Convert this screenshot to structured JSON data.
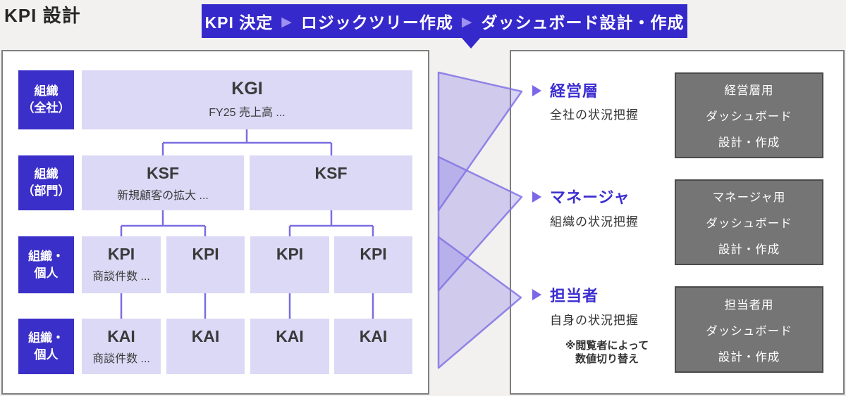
{
  "page": {
    "title": "KPI 設計"
  },
  "process_banner": {
    "steps": [
      "KPI 決定",
      "ロジックツリー作成",
      "ダッシュボード設計・作成"
    ],
    "separator": "▶"
  },
  "tree_panel": {
    "row_labels": [
      {
        "line1": "組織",
        "line2": "（全社）"
      },
      {
        "line1": "組織",
        "line2": "（部門）"
      },
      {
        "line1": "組織・",
        "line2": "個人"
      },
      {
        "line1": "組織・",
        "line2": "個人"
      }
    ],
    "nodes": {
      "kgi": {
        "title": "KGI",
        "subtitle": "FY25 売上高 ..."
      },
      "ksf1": {
        "title": "KSF",
        "subtitle": "新規顧客の拡大 ..."
      },
      "ksf2": {
        "title": "KSF"
      },
      "kpi1": {
        "title": "KPI",
        "subtitle": "商談件数 ..."
      },
      "kpi2": {
        "title": "KPI"
      },
      "kpi3": {
        "title": "KPI"
      },
      "kpi4": {
        "title": "KPI"
      },
      "kai1": {
        "title": "KAI",
        "subtitle": "商談件数 ..."
      },
      "kai2": {
        "title": "KAI"
      },
      "kai3": {
        "title": "KAI"
      },
      "kai4": {
        "title": "KAI"
      }
    }
  },
  "audience_panel": {
    "rows": [
      {
        "heading": "経営層",
        "description": "全社の状況把握",
        "box_lines": [
          "経営層用",
          "ダッシュボード",
          "設計・作成"
        ]
      },
      {
        "heading": "マネージャ",
        "description": "組織の状況把握",
        "box_lines": [
          "マネージャ用",
          "ダッシュボード",
          "設計・作成"
        ]
      },
      {
        "heading": "担当者",
        "description": "自身の状況把握",
        "note_line1": "※閲覧者によって",
        "note_line2": "数値切り替え",
        "box_lines": [
          "担当者用",
          "ダッシュボード",
          "設計・作成"
        ]
      }
    ]
  },
  "colors": {
    "accent_blue": "#3629cb",
    "label_blue": "#3b2fc9",
    "heading_blue": "#3c2ed1",
    "node_lavender": "#dcd9f6",
    "line_purple": "#7b6de2",
    "triangle_purple": "#8273e4",
    "dashboard_gray": "#757575",
    "background": "#f2f1f0"
  }
}
